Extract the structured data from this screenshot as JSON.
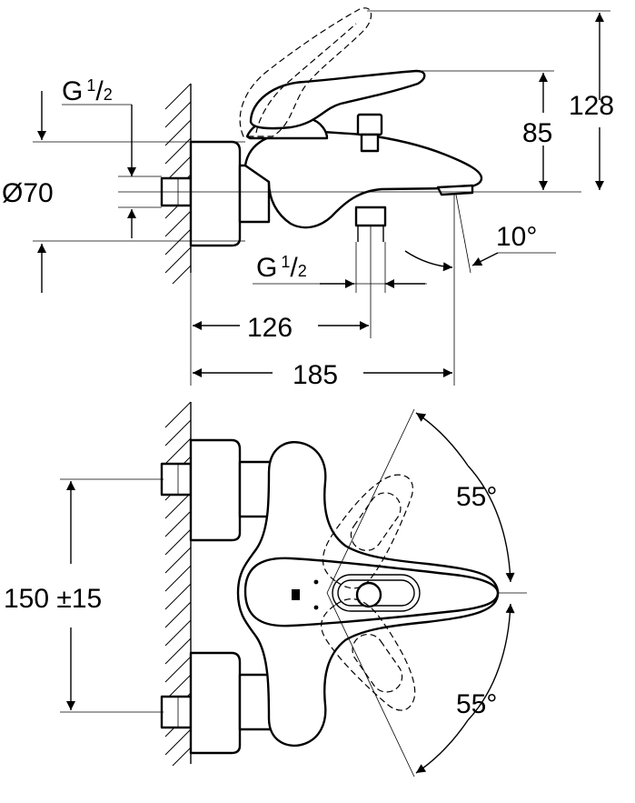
{
  "dimensions": {
    "height_total": "128",
    "height_spout": "85",
    "diameter_prefix": "Ø",
    "diameter_value": "70",
    "thread_top_g": "G",
    "thread_top_num": "1",
    "thread_top_slash": "/",
    "thread_top_den": "2",
    "thread_bottom_g": "G",
    "thread_bottom_num": "1",
    "thread_bottom_slash": "/",
    "thread_bottom_den": "2",
    "spout_angle": "10°",
    "outlet_distance": "126",
    "total_projection": "185",
    "center_distance": "150 ±15",
    "lever_angle_up": "55°",
    "lever_angle_down": "55°"
  },
  "colors": {
    "line": "#000000",
    "background": "#ffffff"
  }
}
